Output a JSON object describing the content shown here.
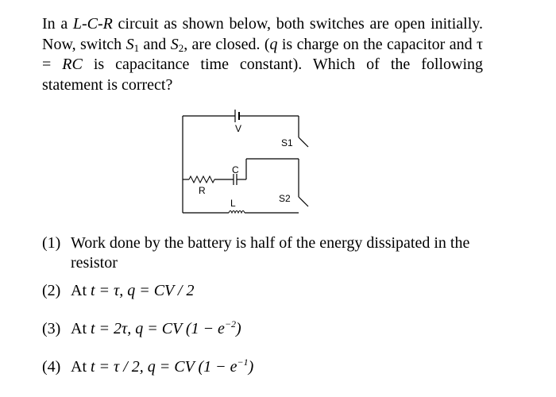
{
  "question": {
    "part1": "In a ",
    "circuit_name": "L-C-R",
    "part2": " circuit as shown below, both switches are open initially. Now, switch ",
    "s1_base": "S",
    "s1_sub": "1",
    "part3": " and ",
    "s2_base": "S",
    "s2_sub": "2",
    "part4": ", are closed. (",
    "q_symbol": "q",
    "part5": " is charge on the capacitor and τ = ",
    "rc_symbol": "RC",
    "part6": " is capacitance time constant). Which of the following statement is correct?"
  },
  "diagram": {
    "label_V": "V",
    "label_S1": "S1",
    "label_C": "C",
    "label_R": "R",
    "label_S2": "S2",
    "label_L": "L"
  },
  "options": [
    {
      "num": "(1)",
      "text": "Work done by the battery is half of the energy dissipated in the resistor"
    },
    {
      "num": "(2)",
      "prefix": "At ",
      "math": "t = τ, q = CV / 2"
    },
    {
      "num": "(3)",
      "prefix": "At ",
      "math": "t = 2τ, q = CV (1 − e",
      "exp": "−2",
      "close": ")"
    },
    {
      "num": "(4)",
      "prefix": "At ",
      "math": "t = τ / 2, q = CV (1 − e",
      "exp": "−1",
      "close": ")"
    }
  ]
}
